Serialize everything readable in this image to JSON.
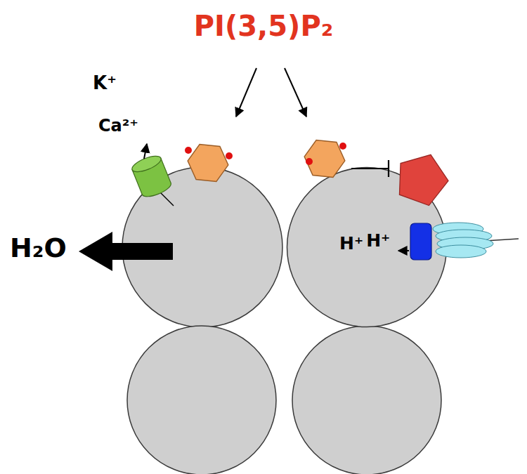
{
  "diagram": {
    "title": "PI(3,5)P₂",
    "nodes": [
      {
        "text": [
          "H⁺",
          "H⁺"
        ]
      }
    ],
    "labels": [
      "K⁺",
      "Ca²⁺",
      "H₂O"
    ]
  }
}
